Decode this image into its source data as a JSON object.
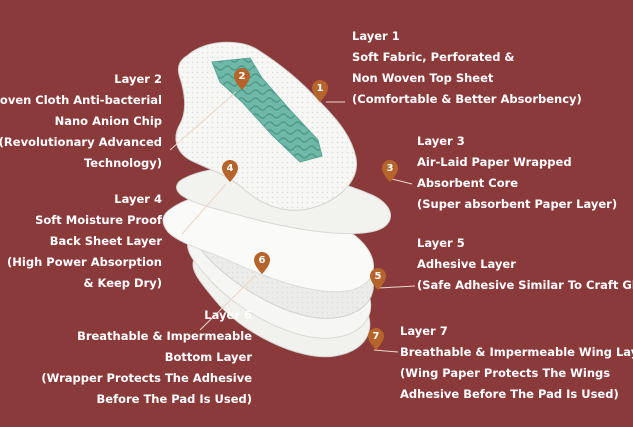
{
  "layers": [
    {
      "id": "layer-1",
      "title": "Layer 1",
      "lines": [
        "Soft Fabric, Perforated &",
        "Non Woven Top Sheet",
        "(Comfortable & Better Absorbency)"
      ],
      "marker": "1"
    },
    {
      "id": "layer-2",
      "title": "Layer 2",
      "lines": [
        "Woven Cloth Anti-bacterial",
        "Nano Anion Chip",
        "(Revolutionary Advanced",
        "Technology)"
      ],
      "marker": "2"
    },
    {
      "id": "layer-3",
      "title": "Layer 3",
      "lines": [
        "Air-Laid Paper Wrapped",
        "Absorbent Core",
        "(Super absorbent Paper Layer)"
      ],
      "marker": "3"
    },
    {
      "id": "layer-4",
      "title": "Layer 4",
      "lines": [
        "Soft Moisture Proof",
        "Back Sheet Layer",
        "(High Power Absorption",
        "& Keep Dry)"
      ],
      "marker": "4"
    },
    {
      "id": "layer-5",
      "title": "Layer 5",
      "lines": [
        "Adhesive Layer",
        "(Safe Adhesive Similar To Craft Glue)"
      ],
      "marker": "5"
    },
    {
      "id": "layer-6",
      "title": "Layer 6",
      "lines": [
        "Breathable & Impermeable",
        "Bottom Layer",
        "(Wrapper Protects The Adhesive",
        "Before The Pad Is Used)"
      ],
      "marker": "6"
    },
    {
      "id": "layer-7",
      "title": "Layer 7",
      "lines": [
        "Breathable & Impermeable Wing Layer",
        "(Wing Paper Protects The Wings",
        "Adhesive Before The Pad Is Used)"
      ],
      "marker": "7"
    }
  ],
  "colors": {
    "background": "#8a3a3a",
    "pin": "#b5652b",
    "core": "#6fb8a8",
    "pad": "#f4f4f2",
    "leader": "#e8d8c8"
  }
}
